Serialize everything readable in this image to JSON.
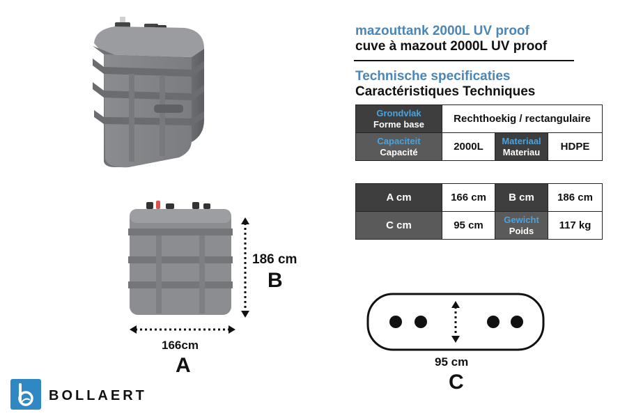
{
  "header": {
    "title_nl": "mazouttank 2000L UV proof",
    "title_fr": "cuve à mazout 2000L UV proof",
    "spec_nl": "Technische specificaties",
    "spec_fr": "Caractéristiques Techniques"
  },
  "specs_table": {
    "base_label_nl": "Grondvlak",
    "base_label_fr": "Forme base",
    "base_value": "Rechthoekig / rectangulaire",
    "capacity_label_nl": "Capaciteit",
    "capacity_label_fr": "Capacité",
    "capacity_value": "2000L",
    "material_label_nl": "Materiaal",
    "material_label_fr": "Materiau",
    "material_value": "HDPE"
  },
  "dims_table": {
    "a_label": "A cm",
    "a_value": "166 cm",
    "b_label": "B cm",
    "b_value": "186 cm",
    "c_label": "C cm",
    "c_value": "95 cm",
    "weight_label_nl": "Gewicht",
    "weight_label_fr": "Poids",
    "weight_value": "117 kg"
  },
  "drawing": {
    "a_dimension": "166cm",
    "a_letter": "A",
    "b_dimension": "186 cm",
    "b_letter": "B",
    "c_dimension": "95 cm",
    "c_letter": "C"
  },
  "logo": {
    "name": "BOLLAERT",
    "icon": "bollaert-logo-icon",
    "color": "#2f87c4"
  },
  "colors": {
    "accent_title": "#4a86b8",
    "accent_label": "#4aa3df",
    "label_bg": "#5a5a5a",
    "tank_gray": "#8b8d90"
  }
}
